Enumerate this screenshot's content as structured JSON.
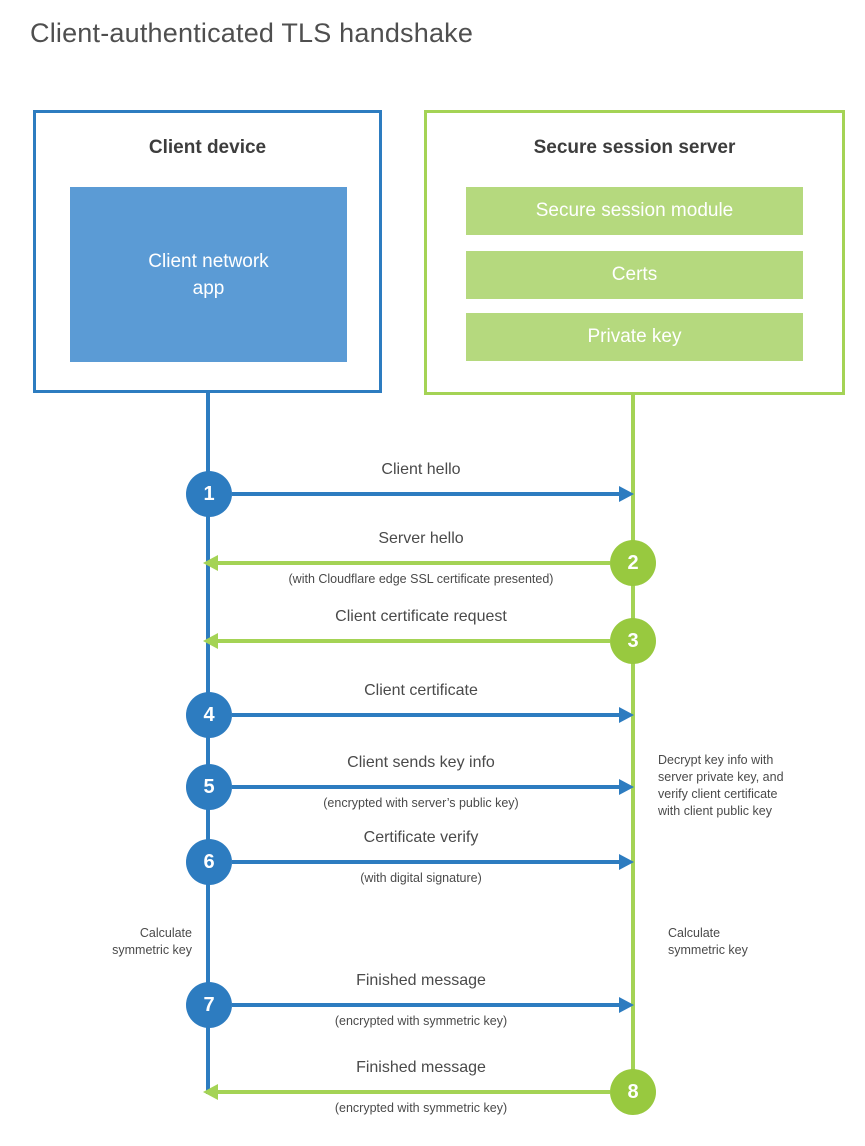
{
  "title": "Client-authenticated TLS handshake",
  "client": {
    "title": "Client device",
    "app_label": "Client network\napp"
  },
  "server": {
    "title": "Secure session server",
    "modules": [
      "Secure session module",
      "Certs",
      "Private key"
    ]
  },
  "steps": [
    {
      "number": "1",
      "label": "Client hello",
      "sublabel": "",
      "direction": "client-to-server"
    },
    {
      "number": "2",
      "label": "Server hello",
      "sublabel": "(with Cloudflare edge SSL certificate presented)",
      "direction": "server-to-client"
    },
    {
      "number": "3",
      "label": "Client certificate request",
      "sublabel": "",
      "direction": "server-to-client"
    },
    {
      "number": "4",
      "label": "Client certificate",
      "sublabel": "",
      "direction": "client-to-server"
    },
    {
      "number": "5",
      "label": "Client sends key info",
      "sublabel": "(encrypted with server’s public key)",
      "direction": "client-to-server"
    },
    {
      "number": "6",
      "label": "Certificate verify",
      "sublabel": "(with digital signature)",
      "direction": "client-to-server"
    },
    {
      "number": "7",
      "label": "Finished message",
      "sublabel": "(encrypted with symmetric key)",
      "direction": "client-to-server"
    },
    {
      "number": "8",
      "label": "Finished message",
      "sublabel": "(encrypted with symmetric key)",
      "direction": "server-to-client"
    }
  ],
  "annotations": {
    "decrypt_note": "Decrypt key info with\nserver private key, and\nverify client certificate\nwith client public key",
    "calculate_left": "Calculate\nsymmetric key",
    "calculate_right": "Calculate\nsymmetric key"
  },
  "colors": {
    "blue": "#2d7cc0",
    "blue_fill": "#5b9bd5",
    "green_line": "#a4d355",
    "green_circle": "#98c93f",
    "green_fill": "#b5d97e",
    "text": "#4a4a4a"
  }
}
